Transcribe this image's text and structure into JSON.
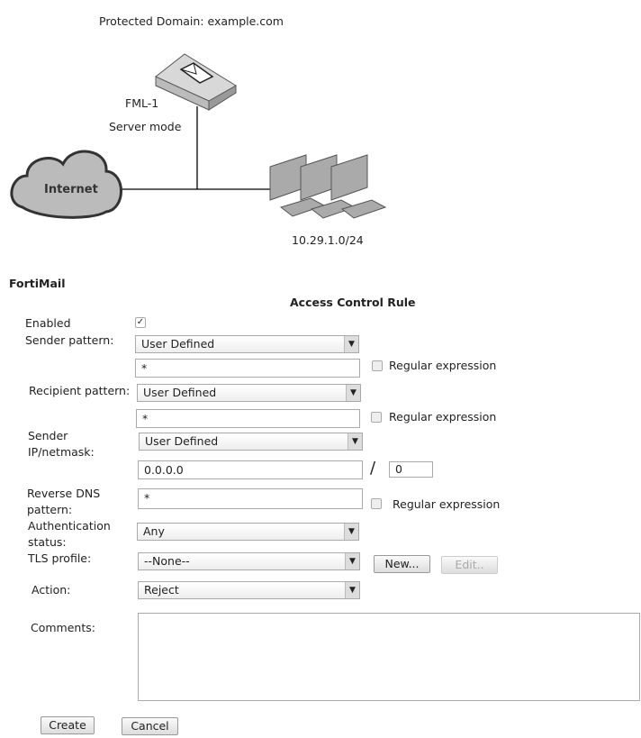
{
  "diagram": {
    "domain_label": "Protected Domain: example.com",
    "device_name": "FML-1",
    "device_mode": "Server mode",
    "cloud_label": "Internet",
    "subnet_label": "10.29.1.0/24"
  },
  "form": {
    "app_title": "FortiMail",
    "title": "Access Control Rule",
    "enabled_label": "Enabled",
    "enabled": true,
    "sender_pattern_label": "Sender pattern:",
    "sender_pattern_type": "User Defined",
    "sender_pattern_value": "*",
    "recipient_pattern_label": "Recipient pattern:",
    "recipient_pattern_type": "User Defined",
    "recipient_pattern_value": "*",
    "sender_ip_label_1": "Sender",
    "sender_ip_label_2": "IP/netmask:",
    "sender_ip_type": "User Defined",
    "sender_ip_value": "0.0.0.0",
    "netmask_separator": "/",
    "netmask_value": "0",
    "reverse_dns_label_1": "Reverse DNS",
    "reverse_dns_label_2": "pattern:",
    "reverse_dns_value": "*",
    "regex_label": "Regular expression",
    "auth_label_1": "Authentication",
    "auth_label_2": "status:",
    "auth_value": "Any",
    "tls_label": "TLS profile:",
    "tls_value": "--None--",
    "new_button": "New...",
    "edit_button": "Edit..",
    "action_label": "Action:",
    "action_value": "Reject",
    "comments_label": "Comments:",
    "comments_value": "",
    "create_button": "Create",
    "cancel_button": "Cancel"
  }
}
